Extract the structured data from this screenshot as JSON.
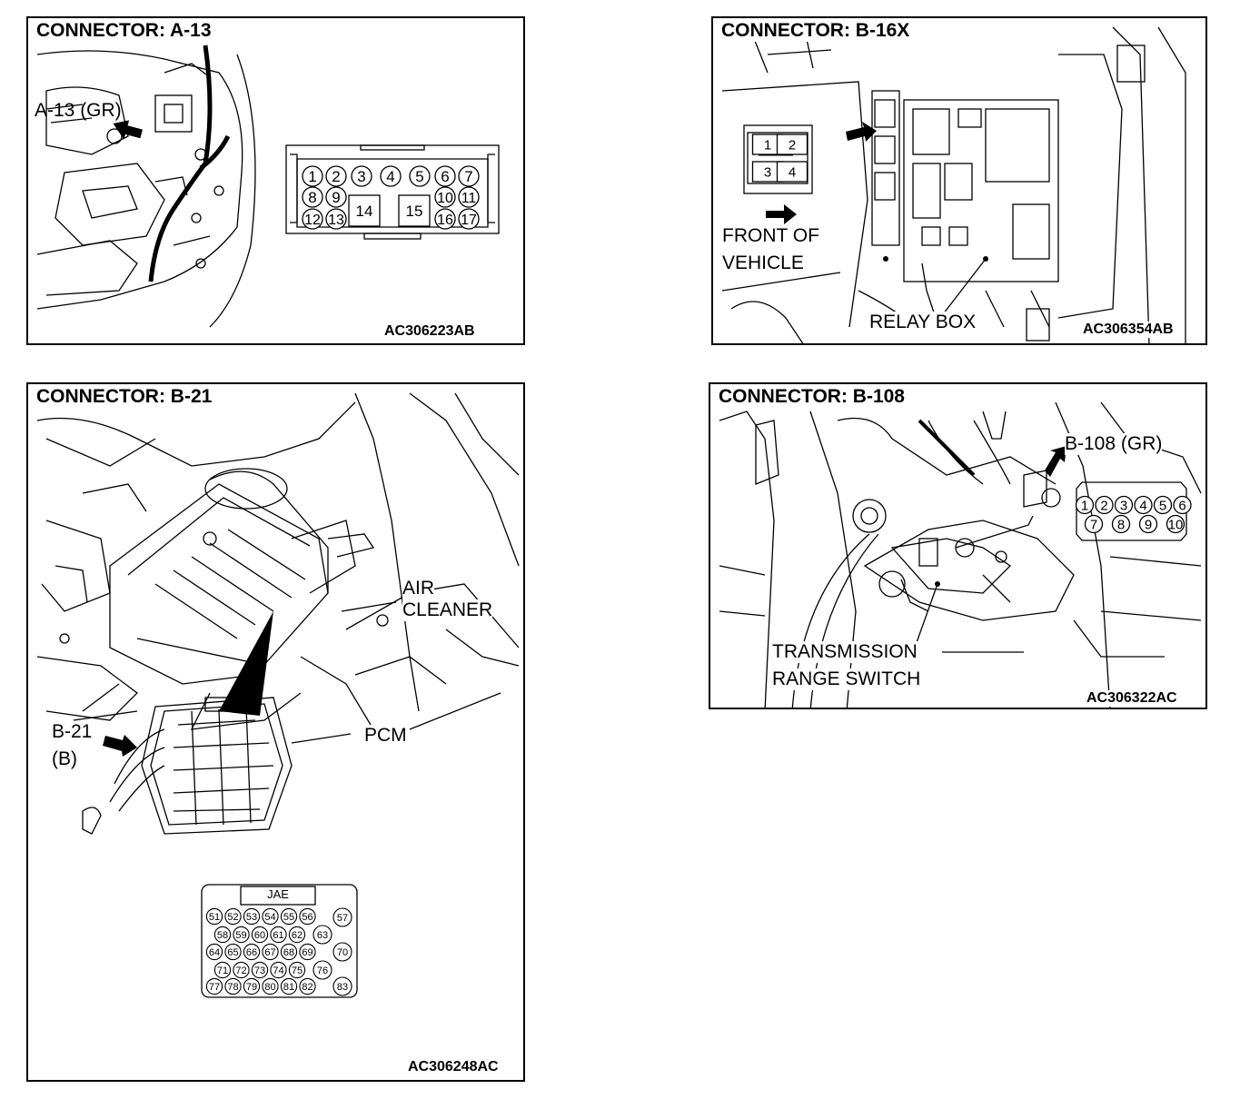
{
  "panels": {
    "a13": {
      "title": "CONNECTOR: A-13",
      "callout": "A-13 (GR)",
      "code": "AC306223AB",
      "pins": [
        "1",
        "2",
        "3",
        "4",
        "5",
        "6",
        "7",
        "8",
        "9",
        "14",
        "15",
        "10",
        "11",
        "12",
        "13",
        "16",
        "17"
      ]
    },
    "b16x": {
      "title": "CONNECTOR: B-16X",
      "front_label_1": "FRONT OF",
      "front_label_2": "VEHICLE",
      "relay_label": "RELAY BOX",
      "code": "AC306354AB",
      "pins": [
        "1",
        "2",
        "3",
        "4"
      ]
    },
    "b21": {
      "title": "CONNECTOR: B-21",
      "air_label_1": "AIR",
      "air_label_2": "CLEANER",
      "callout_1": "B-21",
      "callout_2": "(B)",
      "pcm_label": "PCM",
      "connector_maker": "JAE",
      "code": "AC306248AC",
      "pins": [
        "51",
        "52",
        "53",
        "54",
        "55",
        "56",
        "57",
        "58",
        "59",
        "60",
        "61",
        "62",
        "63",
        "64",
        "65",
        "66",
        "67",
        "68",
        "69",
        "70",
        "71",
        "72",
        "73",
        "74",
        "75",
        "76",
        "77",
        "78",
        "79",
        "80",
        "81",
        "82",
        "83"
      ]
    },
    "b108": {
      "title": "CONNECTOR: B-108",
      "callout": "B-108 (GR)",
      "trs_label_1": "TRANSMISSION",
      "trs_label_2": "RANGE SWITCH",
      "code": "AC306322AC",
      "pins": [
        "1",
        "2",
        "3",
        "4",
        "5",
        "6",
        "7",
        "8",
        "9",
        "10"
      ]
    }
  }
}
